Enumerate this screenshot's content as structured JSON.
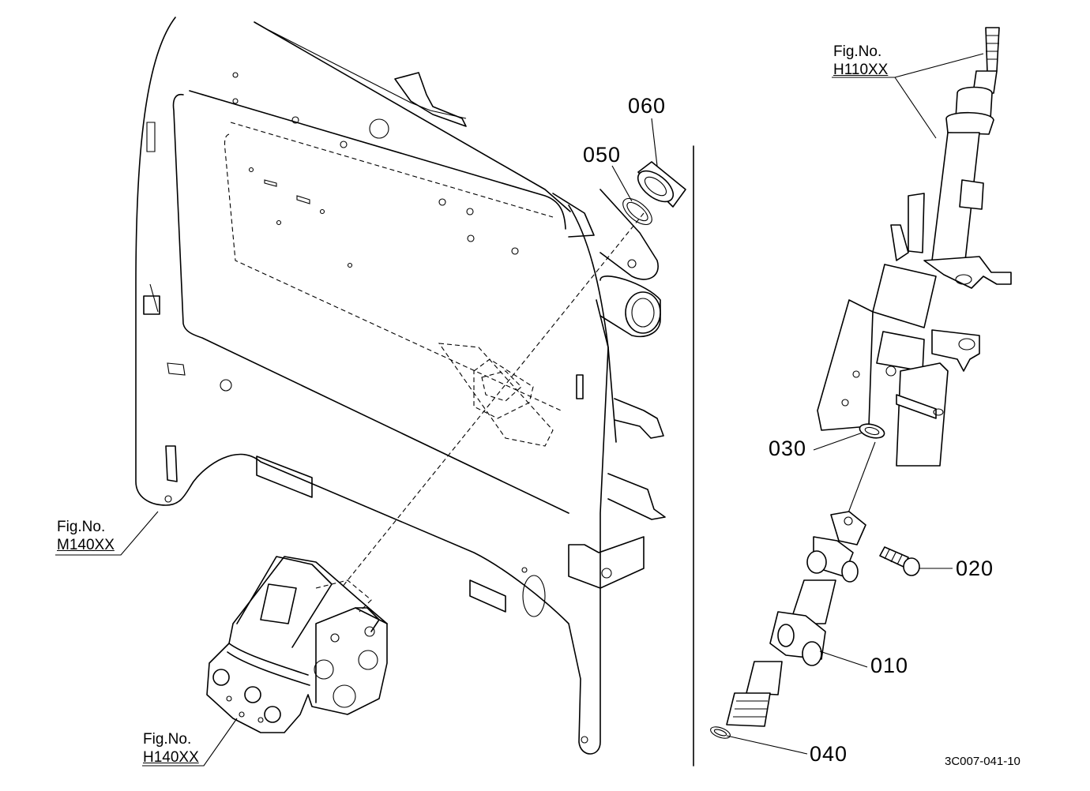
{
  "part_labels": {
    "p010": "010",
    "p020": "020",
    "p030": "030",
    "p040": "040",
    "p050": "050",
    "p060": "060"
  },
  "figure_refs": {
    "h110": {
      "line1": "Fig.No.",
      "line2": "H110XX"
    },
    "m140": {
      "line1": "Fig.No.",
      "line2": "M140XX"
    },
    "h140": {
      "line1": "Fig.No.",
      "line2": "H140XX"
    }
  },
  "drawing_code": "3C007-041-10"
}
